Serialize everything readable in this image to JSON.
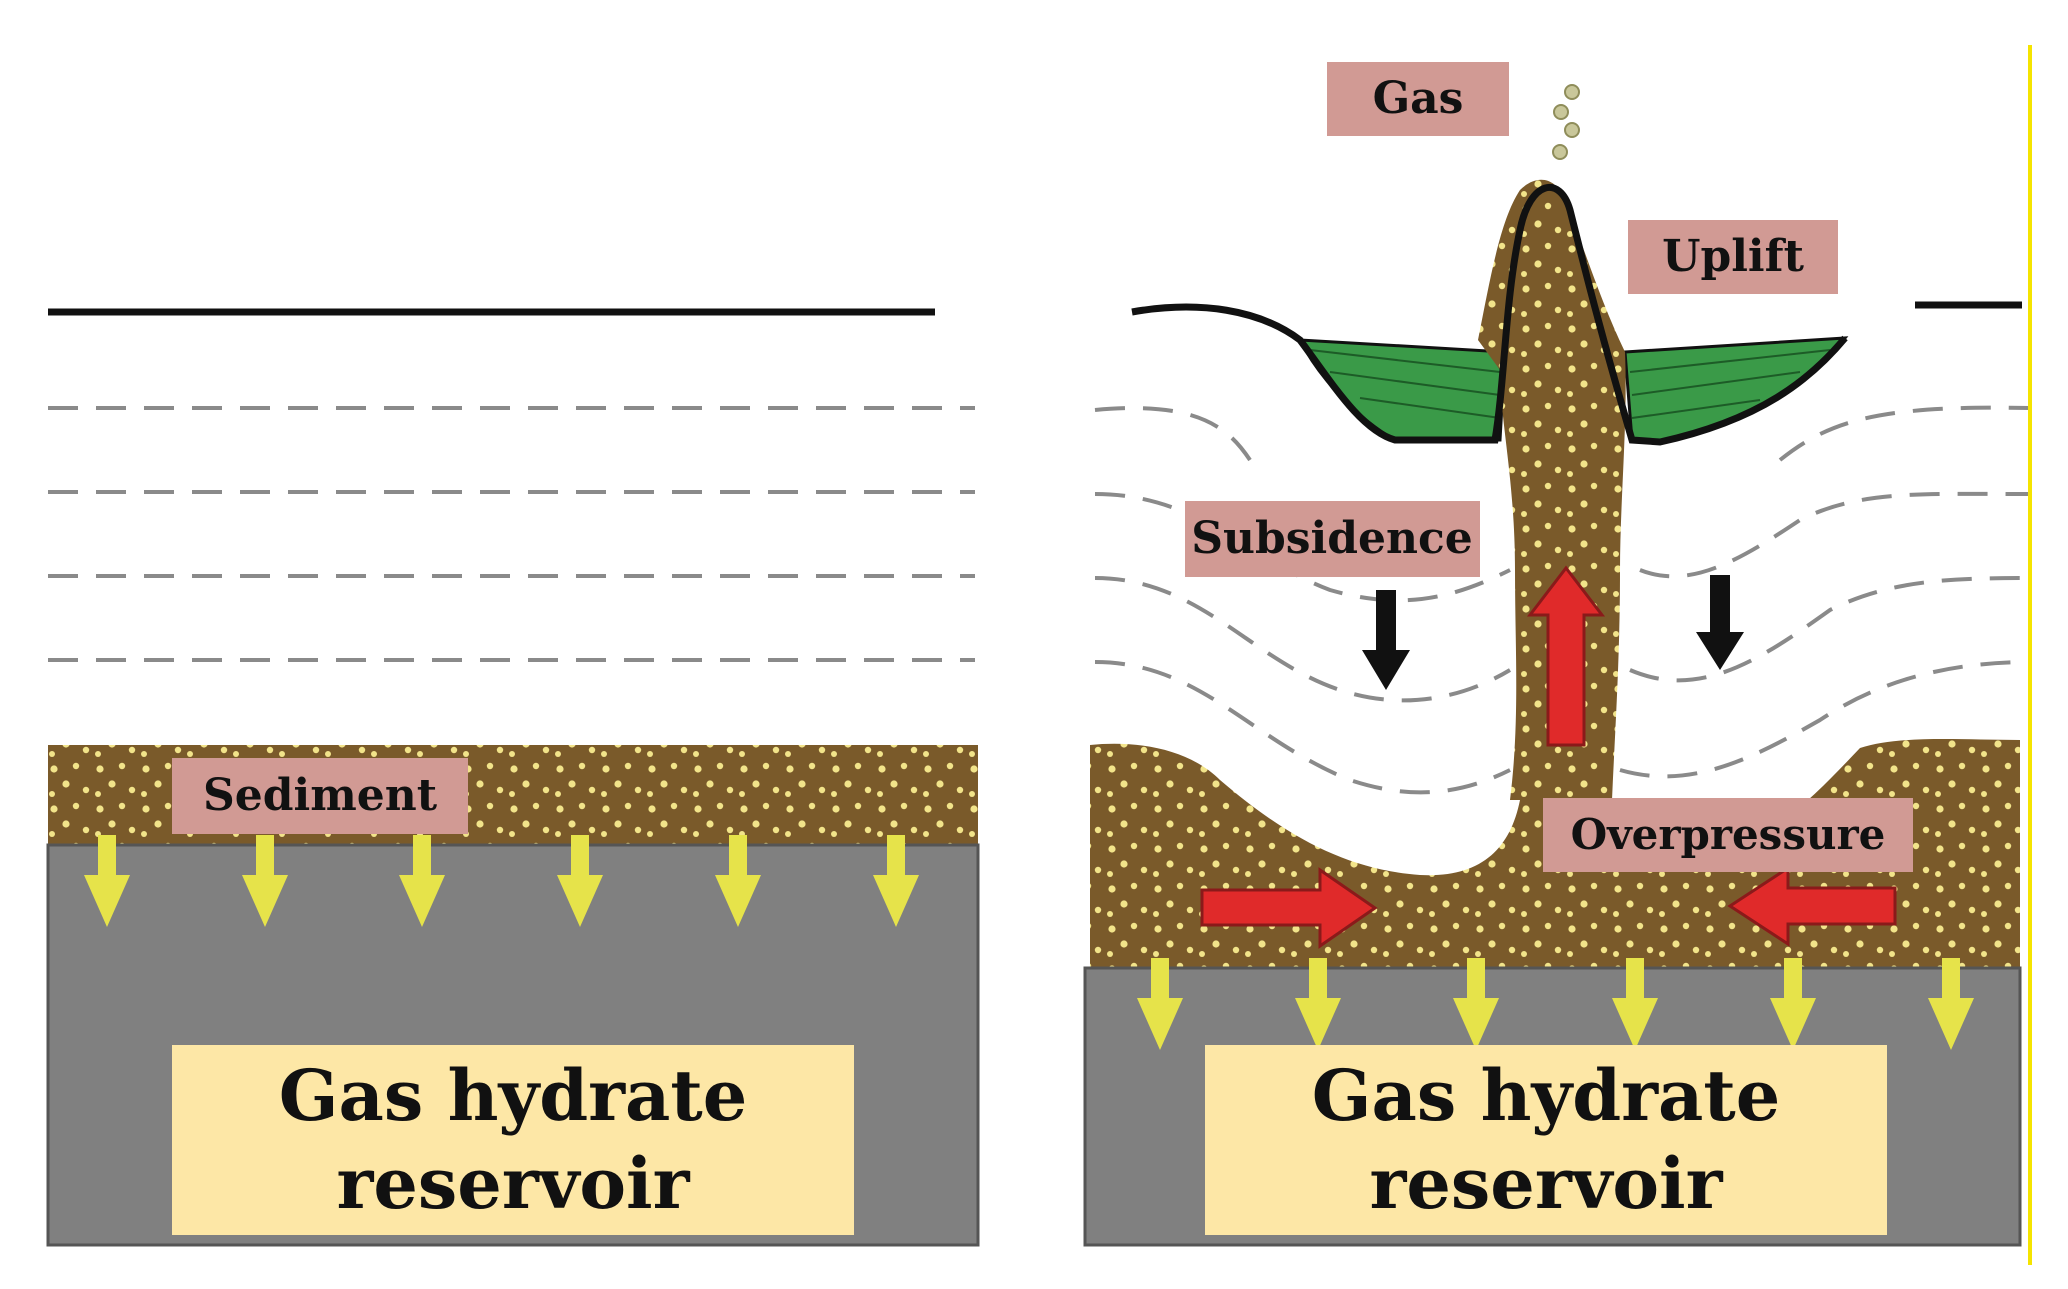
{
  "left_panel": {
    "sediment_label": "Sediment",
    "reservoir_label_line1": "Gas hydrate",
    "reservoir_label_line2": "reservoir"
  },
  "right_panel": {
    "gas_label": "Gas",
    "uplift_label": "Uplift",
    "subsidence_label": "Subsidence",
    "overpressure_label": "Overpressure",
    "reservoir_label_line1": "Gas hydrate",
    "reservoir_label_line2": "reservoir"
  },
  "colors": {
    "sediment": "#7a5a2a",
    "sediment_dots": "#f2e48a",
    "reservoir_rock": "#808080",
    "reservoir_label_bg": "#fde7a6",
    "label_bg": "#d19a94",
    "green_wedge": "#3a9a48",
    "red_arrow": "#e02a2a",
    "yellow_arrow": "#e6e34a",
    "dashed_line": "#8a8a8a",
    "frame_edge": "#f5e400"
  }
}
